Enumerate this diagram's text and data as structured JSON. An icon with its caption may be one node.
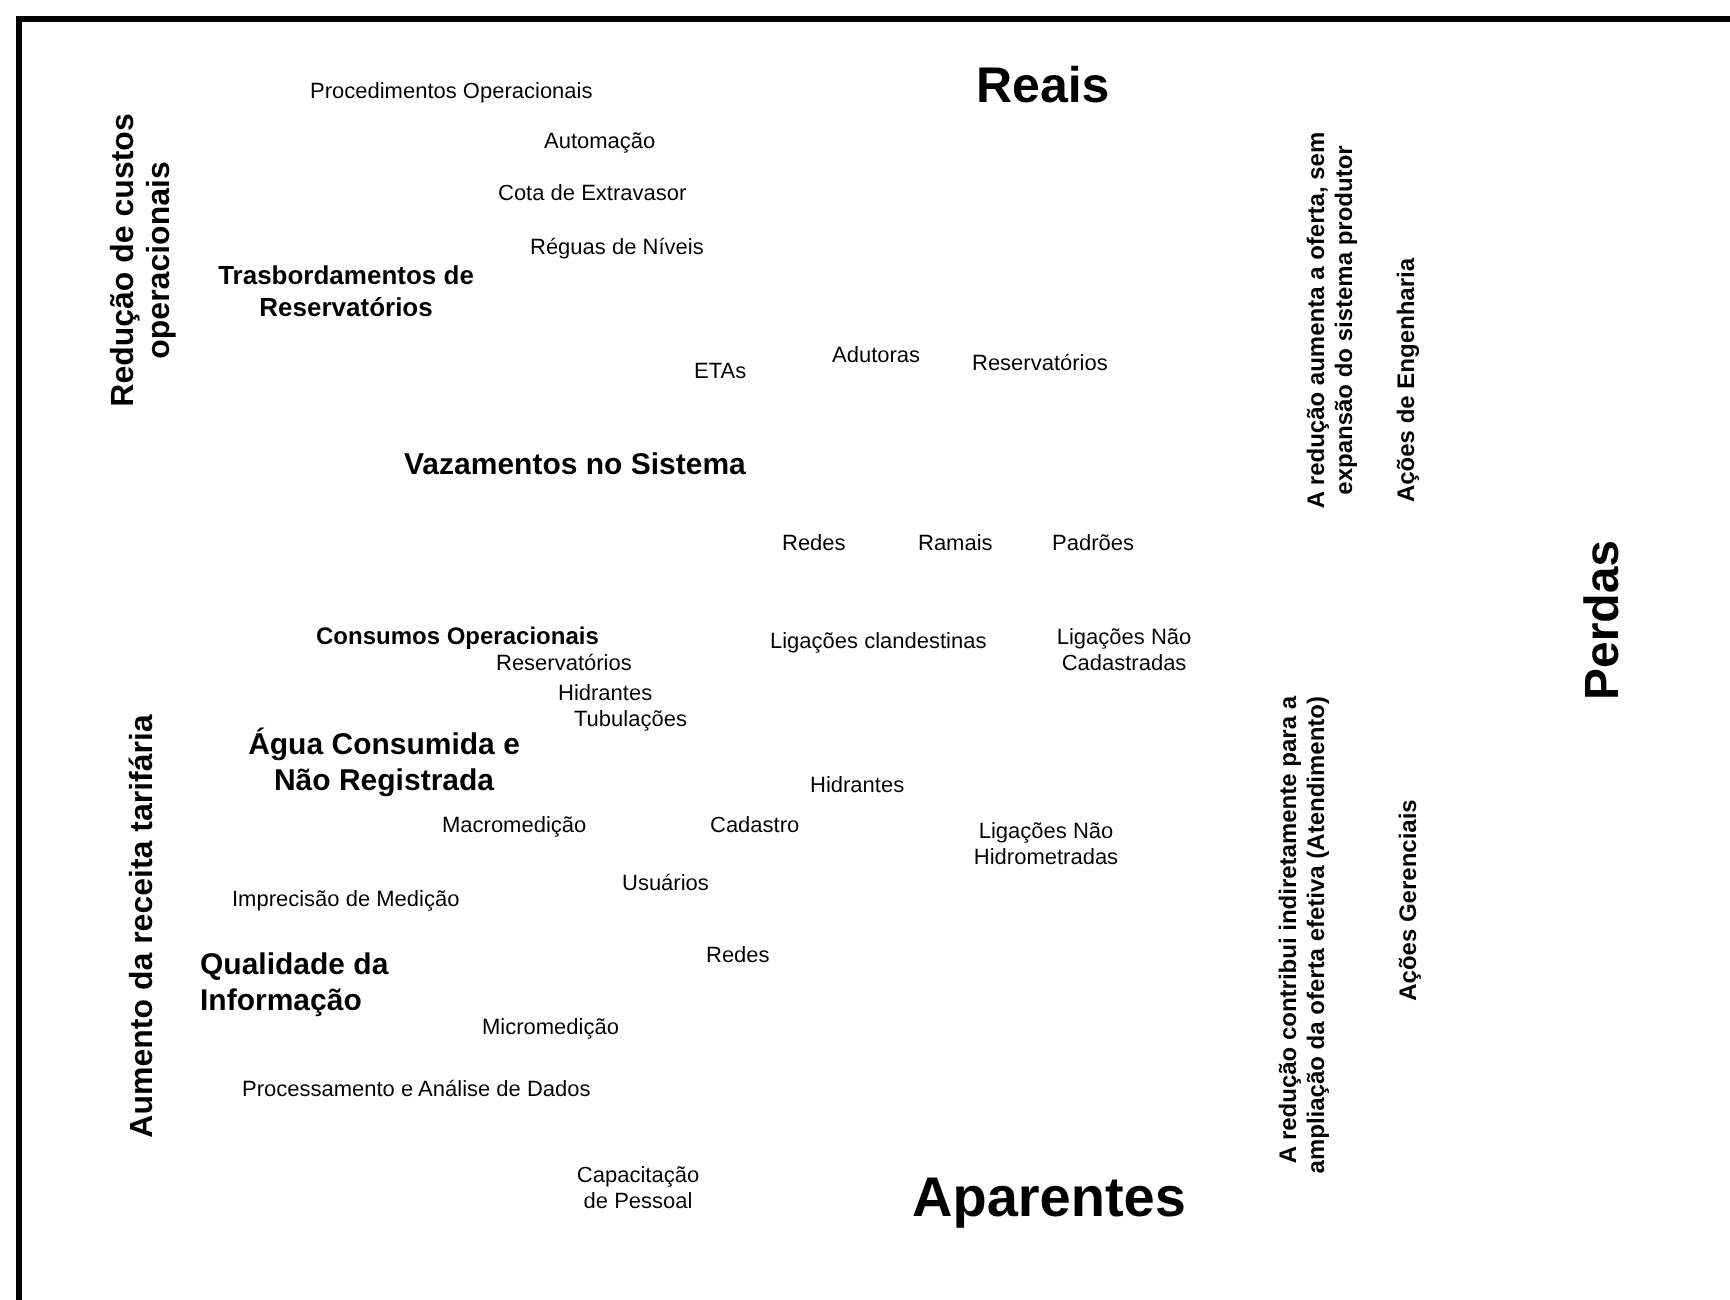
{
  "diagram": {
    "labels": [
      "Procedimentos Operacionais",
      "Reais",
      "Redução de custos operacionais",
      "Automação",
      "Cota de Extravasor",
      "Réguas de Níveis",
      "Trasbordamentos de Reservatórios",
      "A redução aumenta a oferta, sem expansão do sistema produtor",
      "Ações de Engenharia",
      "ETAs",
      "Adutoras",
      "Reservatórios",
      "Vazamentos no Sistema",
      "Redes",
      "Ramais",
      "Padrões",
      "Perdas",
      "Consumos Operacionais",
      "Ligações clandestinas",
      "Ligações Não Cadastradas",
      "Reservatórios",
      "Aumento da receita tarifária",
      "Hidrantes",
      "Tubulações",
      "Água Consumida e Não Registrada",
      "A redução contribui indiretamente para a ampliação da oferta efetiva (Atendimento)",
      "Hidrantes",
      "Macromedição",
      "Cadastro",
      "Ligações Não Hidrometradas",
      "Ações Gerenciais",
      "Usuários",
      "Imprecisão de Medição",
      "Redes",
      "Qualidade da Informação",
      "Micromedição",
      "Processamento e Análise de Dados",
      "Capacitação de Pessoal",
      "Aparentes"
    ]
  }
}
